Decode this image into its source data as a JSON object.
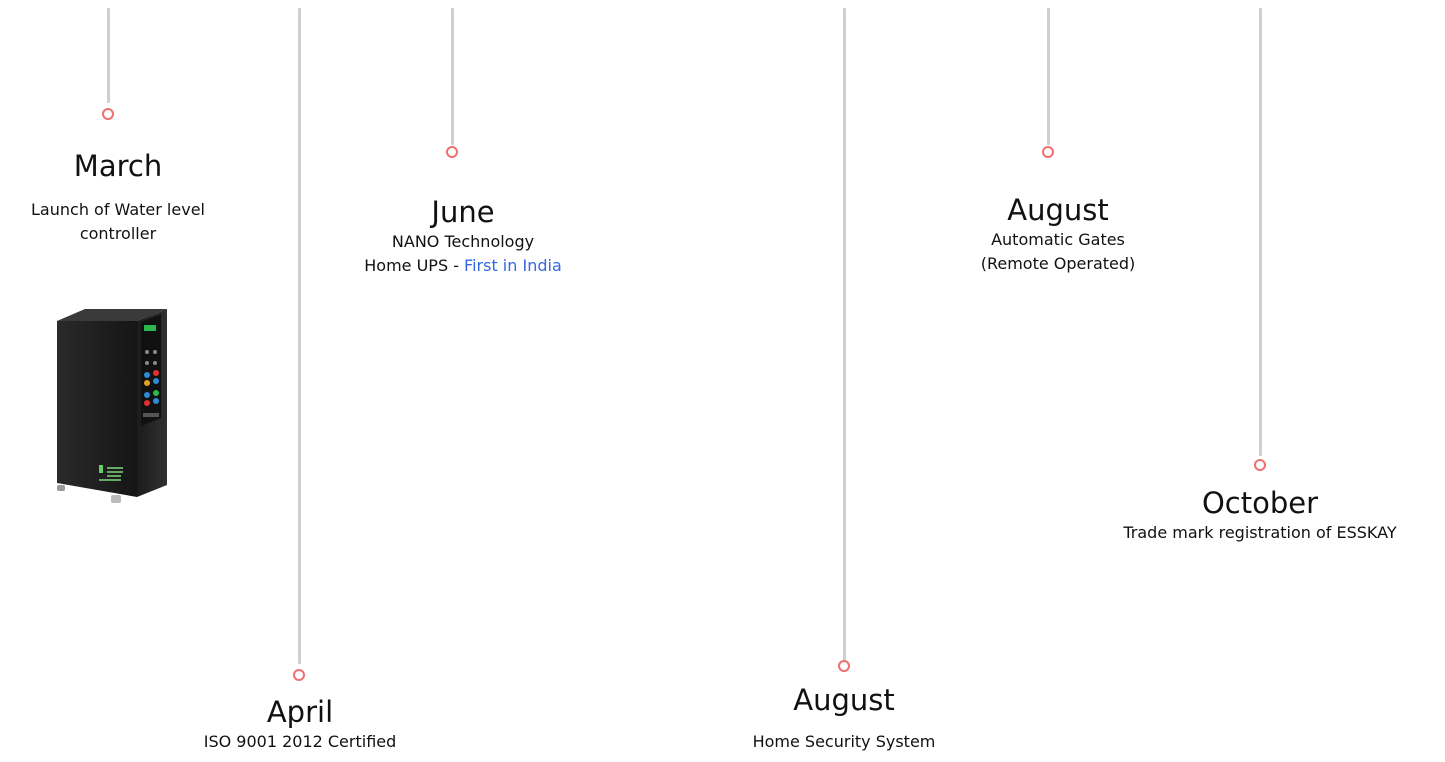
{
  "colors": {
    "line": "#cfcfcf",
    "node": "#ef6f6f",
    "accent": "#3569e0"
  },
  "milestones": [
    {
      "month": "March",
      "desc_lines": [
        "Launch of Water level",
        "controller"
      ]
    },
    {
      "month": "April",
      "desc_lines": [
        "ISO 9001 2012 Certified"
      ]
    },
    {
      "month": "June",
      "desc_lines": [
        "NANO Technology"
      ],
      "desc_prefix": "Home UPS - ",
      "desc_highlight": "First in India"
    },
    {
      "month": "August",
      "desc_lines": [
        "Home Security System"
      ]
    },
    {
      "month": "August",
      "desc_lines": [
        "Automatic Gates",
        "(Remote Operated)"
      ]
    },
    {
      "month": "October",
      "desc_lines": [
        "Trade mark registration of ESSKAY"
      ]
    }
  ],
  "product_image": {
    "icon": "ups-cabinet-icon"
  }
}
